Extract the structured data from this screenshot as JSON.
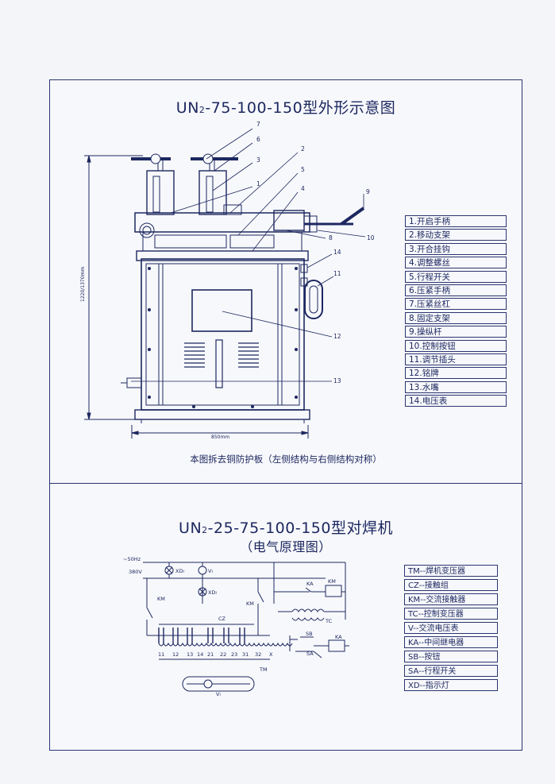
{
  "top": {
    "title_main": "UN",
    "title_sub": "2",
    "title_rest": "-75-100-150型外形示意图",
    "caption": "本图拆去铜防护板（左侧结构与右侧结构对称）",
    "height_dim": "1220/1370mm",
    "width_dim": "850mm",
    "callouts": [
      "7",
      "6",
      "2",
      "3",
      "5",
      "1",
      "4",
      "9",
      "10",
      "8",
      "14",
      "11",
      "12",
      "13"
    ],
    "legend": [
      "1.开启手柄",
      "2.移动支架",
      "3.开合挂钩",
      "4.调整螺丝",
      "5.行程开关",
      "6.压紧手柄",
      "7.压紧丝杠",
      "8.固定支架",
      "9.操纵杆",
      "10.控制按钮",
      "11.调节插头",
      "12.铭牌",
      "13.水嘴",
      "14.电压表"
    ]
  },
  "bottom": {
    "title_main": "UN",
    "title_sub": "2",
    "title_rest": "-25-75-100-150型对焊机",
    "subtitle": "（电气原理图）",
    "labels": {
      "hz": "~50Hz",
      "v380": "380V",
      "xd1": "XD",
      "xd1_sub": "I",
      "v1": "V",
      "v1_sub": "I",
      "xd2": "XD",
      "xd2_sub": "I",
      "km_left": "KM",
      "km_mid": "KM",
      "ka_top": "KA",
      "km_top": "KM",
      "tc": "TC",
      "cz": "CZ",
      "sb": "SB",
      "ka_right": "KA",
      "sa": "SA",
      "tm": "TM",
      "x": "X",
      "v2": "V",
      "v2_sub": "I"
    },
    "terminals": [
      "11",
      "12",
      "13",
      "14",
      "21",
      "22",
      "23",
      "31",
      "32"
    ],
    "legend": [
      "TM--焊机变压器",
      "CZ--接触组",
      "KM--交流接触器",
      "TC--控制变压器",
      "V--交流电压表",
      "KA--中间继电器",
      "SB--按钮",
      "SA--行程开关",
      "XD--指示灯"
    ]
  }
}
